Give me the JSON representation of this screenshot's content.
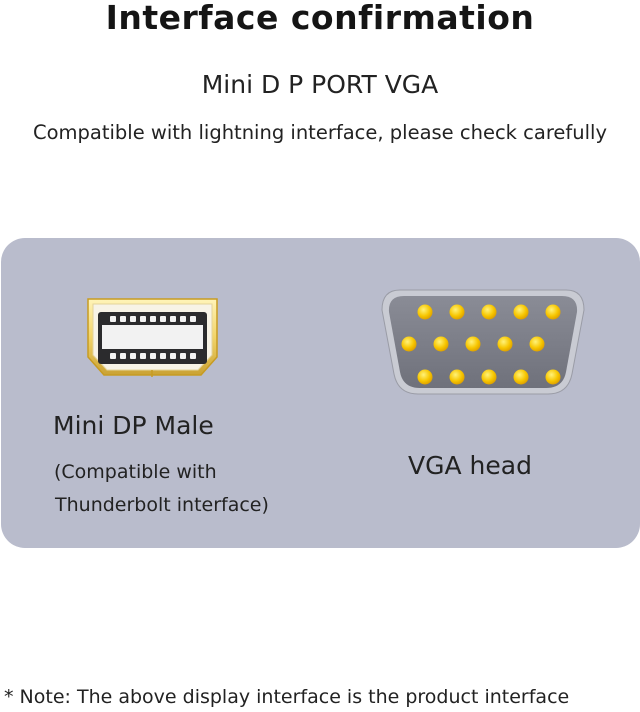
{
  "header": {
    "title": "Interface confirmation",
    "subtitle": "Mini D P PORT VGA",
    "compat_note": "Compatible with lightning interface, please check carefully"
  },
  "panel": {
    "mini_dp": {
      "label": "Mini DP Male",
      "note_line1": "(Compatible with",
      "note_line2": "Thunderbolt interface)",
      "icon": "mini-displayport-connector-icon"
    },
    "vga": {
      "label": "VGA head",
      "icon": "vga-connector-icon"
    }
  },
  "footer": {
    "note": "* Note: The above display interface is the product interface"
  },
  "colors": {
    "panel_background": "#b9bccc",
    "connector_gold": "#f6c400",
    "vga_body": "#7d7f89"
  }
}
